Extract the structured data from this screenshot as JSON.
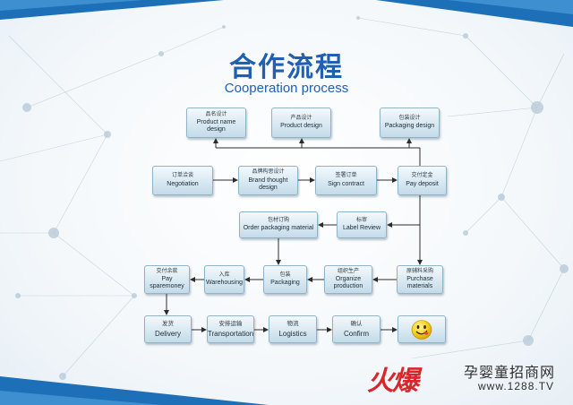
{
  "title": {
    "cn": "合作流程",
    "en": "Cooperation process"
  },
  "steps": {
    "product_name": {
      "cn": "品名设计",
      "en": "Product name design"
    },
    "product_design": {
      "cn": "产品设计",
      "en": "Product design"
    },
    "packaging_design": {
      "cn": "包装设计",
      "en": "Packaging design"
    },
    "negotiation": {
      "cn": "订单洽谈",
      "en": "Negotiation"
    },
    "brand_thought": {
      "cn": "品牌构思设计",
      "en": "Brand thought design"
    },
    "sign_contract": {
      "cn": "签署订单",
      "en": "Sign contract"
    },
    "pay_deposit": {
      "cn": "交付定金",
      "en": "Pay deposit"
    },
    "order_packaging": {
      "cn": "包材订购",
      "en": "Order packaging material"
    },
    "label_review": {
      "cn": "标审",
      "en": "Label Review"
    },
    "spare_money": {
      "cn": "交付余款",
      "en": "Pay sparemoney"
    },
    "warehousing": {
      "cn": "入库",
      "en": "Warehousing"
    },
    "packaging": {
      "cn": "包装",
      "en": "Packaging"
    },
    "organize_production": {
      "cn": "组织生产",
      "en": "Organize production"
    },
    "purchase_materials": {
      "cn": "原辅料采购",
      "en": "Purchase materials"
    },
    "delivery": {
      "cn": "发货",
      "en": "Delivery"
    },
    "transportation": {
      "cn": "安排运输",
      "en": "Transportation"
    },
    "logistics": {
      "cn": "物流",
      "en": "Logistics"
    },
    "confirm": {
      "cn": "确认",
      "en": "Confirm"
    }
  },
  "footer": {
    "logo": "火爆",
    "site_name": "孕婴童招商网",
    "url": "www.1288.TV"
  },
  "colors": {
    "title": "#1f5fb4",
    "box_fill": "#d6e7f1",
    "box_border": "#8fb3c8",
    "arrow": "#2b2b2b",
    "corner_blue": "#1d6fb8",
    "brand_red": "#d9262b"
  },
  "icons": {
    "end_icon": "smiley-face-icon"
  }
}
